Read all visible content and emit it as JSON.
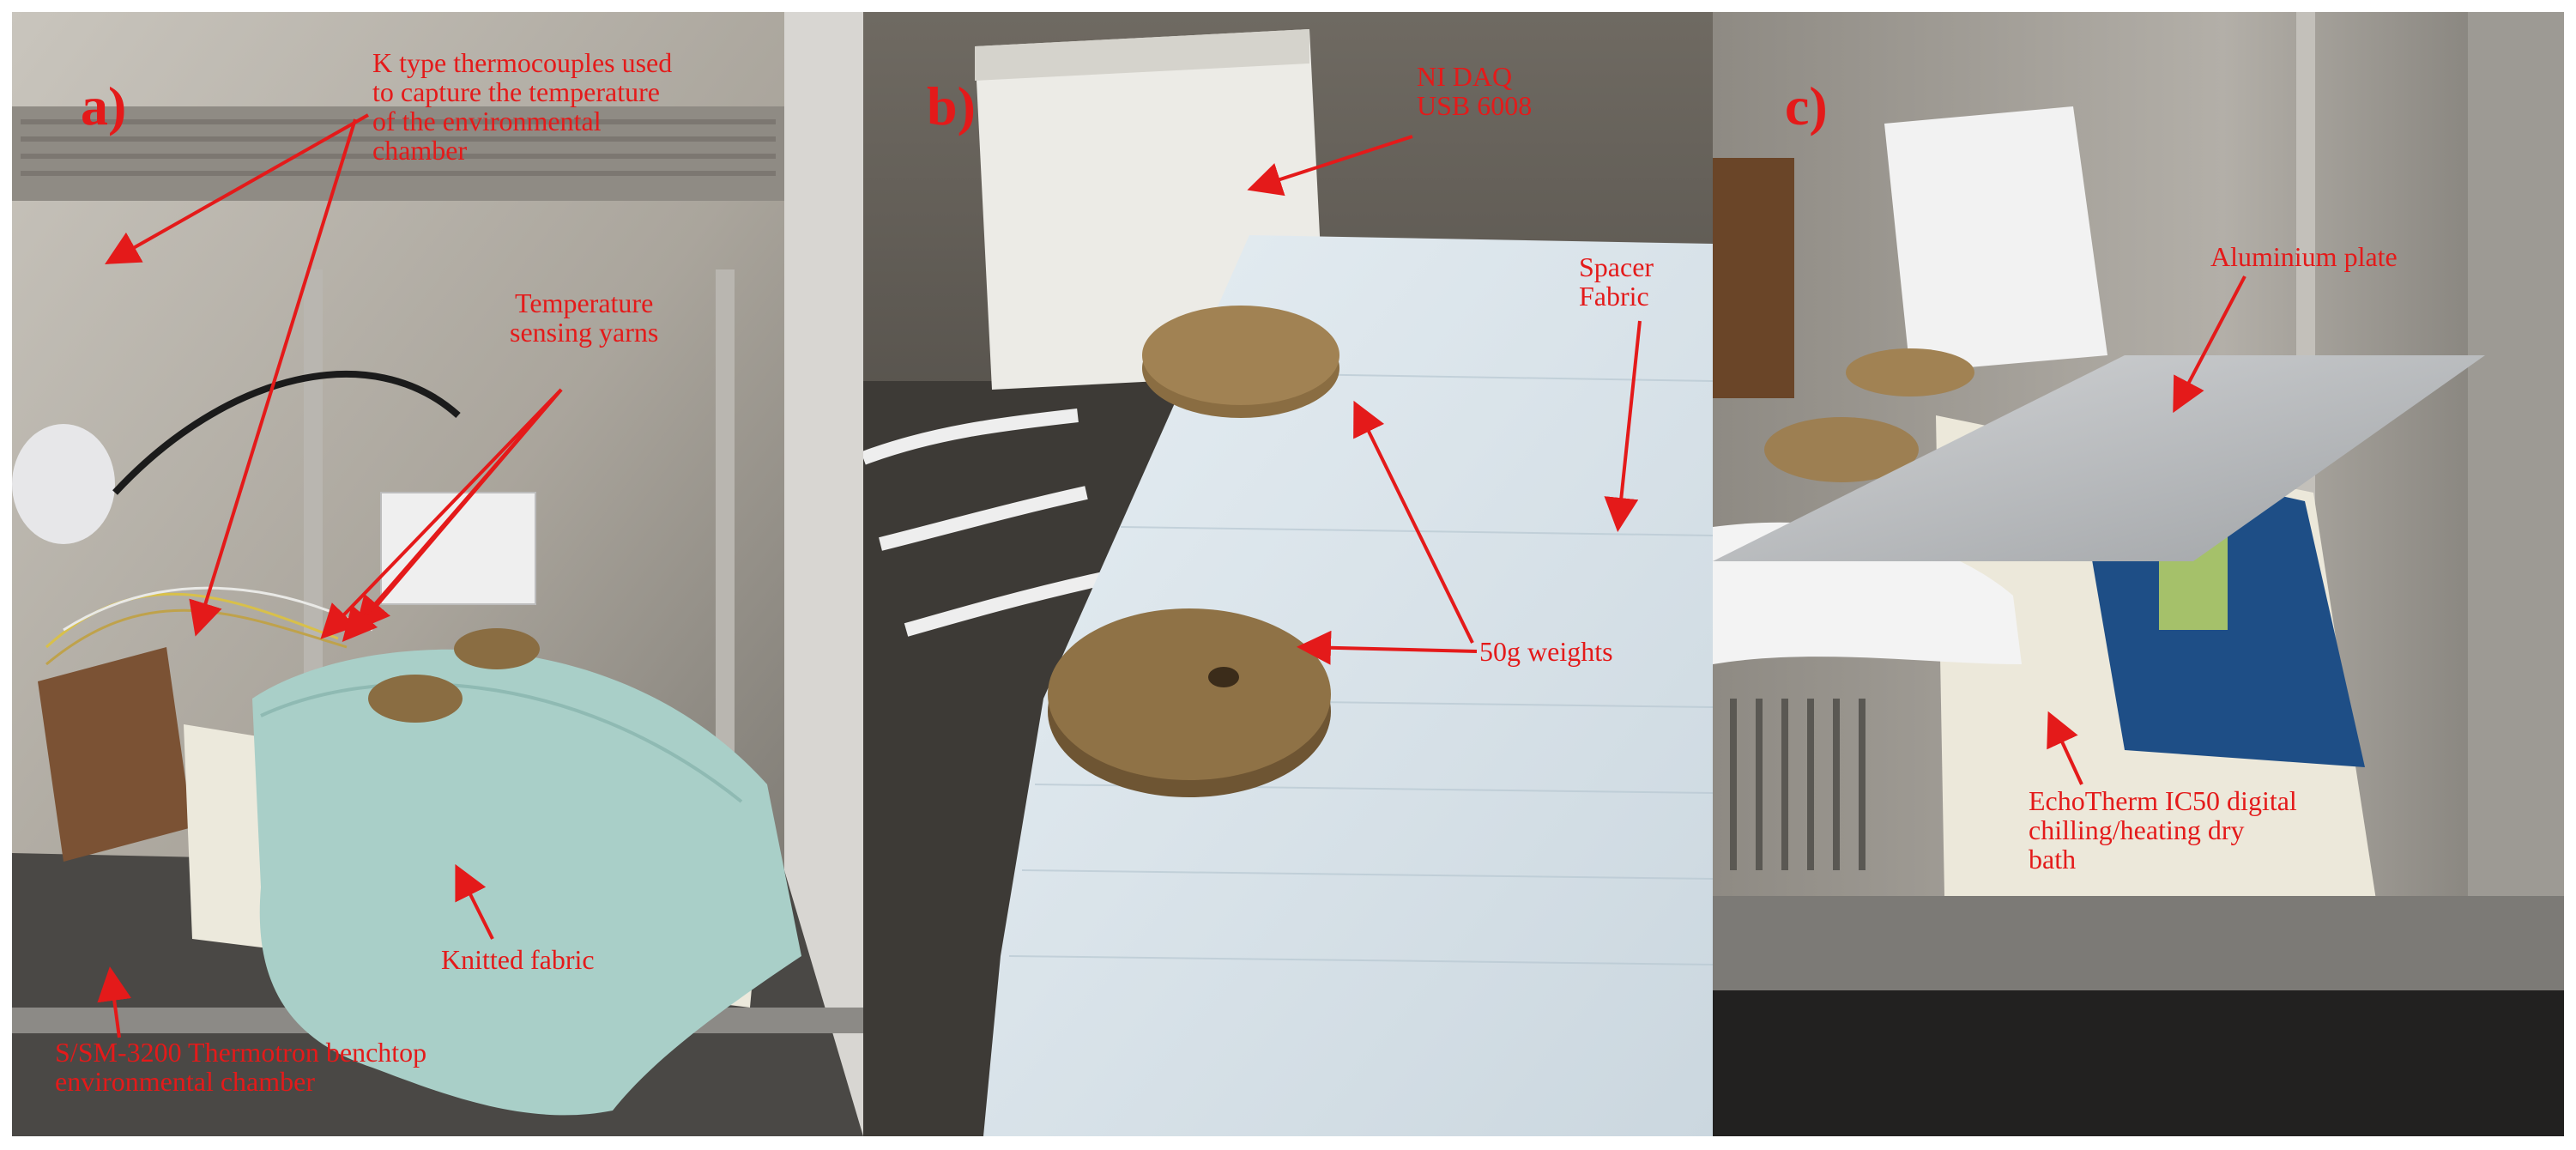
{
  "panels": [
    {
      "id": "a",
      "label": "a)",
      "annotations": {
        "thermocouples": [
          "K type thermocouples used",
          "to capture the temperature",
          "of the environmental",
          "chamber"
        ],
        "yarns": [
          "Temperature",
          "sensing yarns"
        ],
        "knitted": "Knitted fabric",
        "chamber": [
          "S/SM-3200  Thermotron benchtop",
          "environmental chamber"
        ]
      }
    },
    {
      "id": "b",
      "label": "b)",
      "annotations": {
        "daq": [
          "NI DAQ",
          "USB 6008"
        ],
        "spacer": [
          "Spacer",
          "Fabric"
        ],
        "weights": "50g weights"
      }
    },
    {
      "id": "c",
      "label": "c)",
      "annotations": {
        "plate": "Aluminium plate",
        "echotherm": [
          "EchoTherm IC50 digital",
          "chilling/heating dry",
          "bath"
        ]
      }
    }
  ],
  "colors": {
    "annotation": "#e41a1a",
    "background": "#ffffff"
  }
}
